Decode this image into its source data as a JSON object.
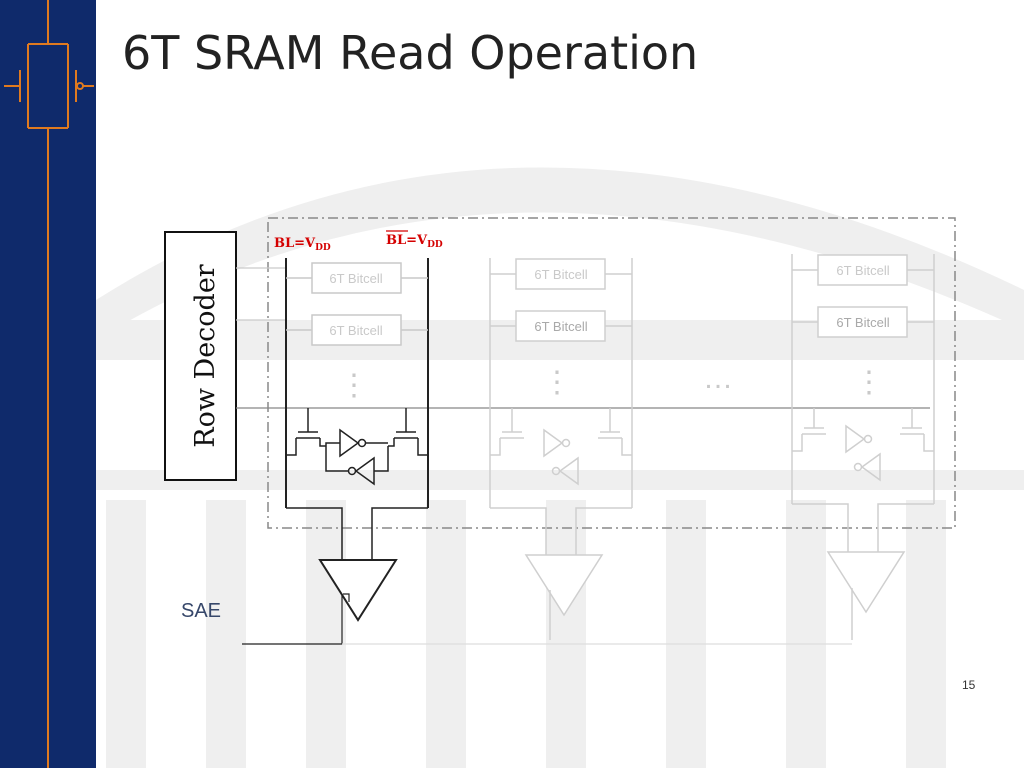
{
  "slide": {
    "title": "6T SRAM Read Operation",
    "page_number": "15"
  },
  "diagram": {
    "row_decoder_label": "Row Decoder",
    "bitline_left_label": "BL=V",
    "bitline_left_sub": "DD",
    "bitline_right_label": "BL=V",
    "bitline_right_sub": "DD",
    "bitcell_label": "6T Bitcell",
    "sae_label": "SAE",
    "column_ellipsis": "…",
    "vertical_ellipsis": "⋮"
  },
  "colors": {
    "sidebar": "#0f2a6b",
    "sidebar_accent": "#e07a1f",
    "title": "#222222",
    "active_wire": "#222222",
    "faded_wire": "#c9c9c9",
    "signal_label": "#d40000",
    "sae_label": "#36476a",
    "bg_art": "#f0f0f0"
  }
}
